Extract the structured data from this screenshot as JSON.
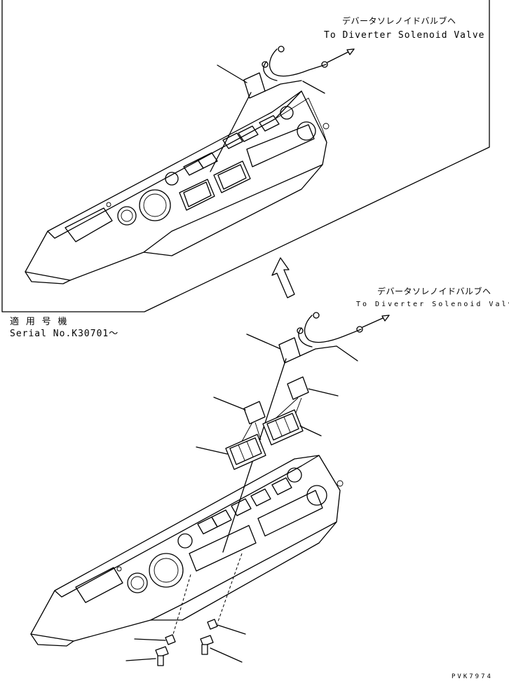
{
  "inset": {
    "label_jp": "デバータソレノイドバルブヘ",
    "label_en": "To Diverter Solenoid Valve"
  },
  "main": {
    "label_jp": "デバータソレノイドバルブヘ",
    "label_en": "To Diverter Solenoid Valve"
  },
  "serial": {
    "line1": "適 用 号 機",
    "line2": "Serial No.K30701〜"
  },
  "drawing_code": "PVK7974",
  "colors": {
    "ink": "#000000",
    "paper": "#ffffff"
  }
}
